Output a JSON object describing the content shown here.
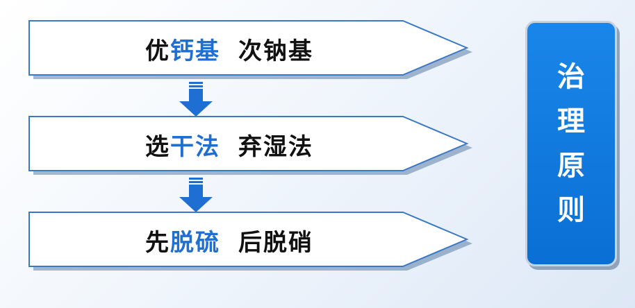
{
  "colors": {
    "accent": "#1f6fd2",
    "arrow_fill": "#ffffff",
    "arrow_stroke": "#3b78c4",
    "down_arrow": "#1f6fd2",
    "panel": "#1a86ea"
  },
  "rows": [
    {
      "accent_text": "钙基",
      "lead": "优",
      "rest": "次钠基"
    },
    {
      "accent_text": "干法",
      "lead": "选",
      "rest": "弃湿法"
    },
    {
      "accent_text": "脱硫",
      "lead": "先",
      "rest": "后脱硝"
    }
  ],
  "side_panel": {
    "chars": [
      "治",
      "理",
      "原",
      "则"
    ]
  },
  "icons": [
    "down-arrow-icon"
  ]
}
